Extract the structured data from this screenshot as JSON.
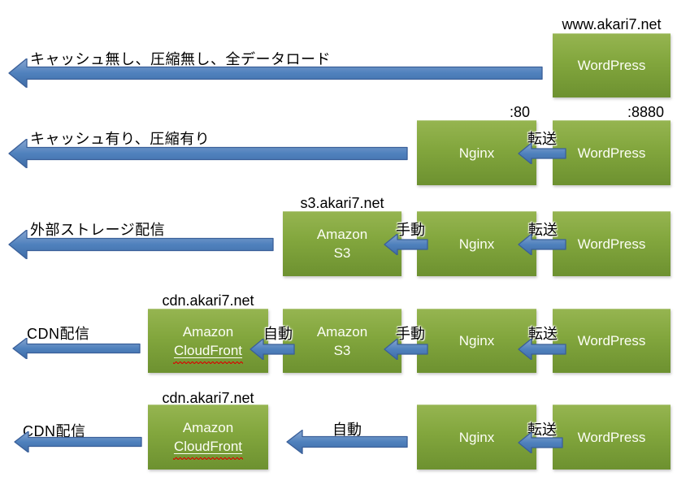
{
  "colors": {
    "box_green_top": "#96b551",
    "box_green_mid": "#82a63d",
    "box_green_bottom": "#6d9130",
    "box_text": "#fcfef5",
    "arrow_top": "#8aa7d1",
    "arrow_mid": "#4f81bd",
    "arrow_bottom": "#3f6ca6",
    "arrow_border": "#3a5f99",
    "label_text": "#000000",
    "squiggle_red": "#dd0000"
  },
  "rows": [
    {
      "caption": "キャッシュ無し、圧縮無し、全データロード",
      "host": "www.akari7.net",
      "boxes": {
        "wordpress": "WordPress"
      }
    },
    {
      "caption": "キャッシュ有り、圧縮有り",
      "ports": {
        "nginx": ":80",
        "wordpress": ":8880"
      },
      "boxes": {
        "nginx": "Nginx",
        "wordpress": "WordPress"
      },
      "arrows": {
        "transfer": "転送"
      }
    },
    {
      "caption": "外部ストレージ配信",
      "host": "s3.akari7.net",
      "boxes": {
        "s3_line1": "Amazon",
        "s3_line2": "S3",
        "nginx": "Nginx",
        "wordpress": "WordPress"
      },
      "arrows": {
        "manual": "手動",
        "transfer": "転送"
      }
    },
    {
      "caption": "CDN配信",
      "host": "cdn.akari7.net",
      "boxes": {
        "cf_line1": "Amazon",
        "cf_line2": "CloudFront",
        "s3_line1": "Amazon",
        "s3_line2": "S3",
        "nginx": "Nginx",
        "wordpress": "WordPress"
      },
      "arrows": {
        "auto": "自動",
        "manual": "手動",
        "transfer": "転送"
      }
    },
    {
      "caption": "CDN配信",
      "host": "cdn.akari7.net",
      "boxes": {
        "cf_line1": "Amazon",
        "cf_line2": "CloudFront",
        "nginx": "Nginx",
        "wordpress": "WordPress"
      },
      "arrows": {
        "auto": "自動",
        "transfer": "転送"
      }
    }
  ]
}
